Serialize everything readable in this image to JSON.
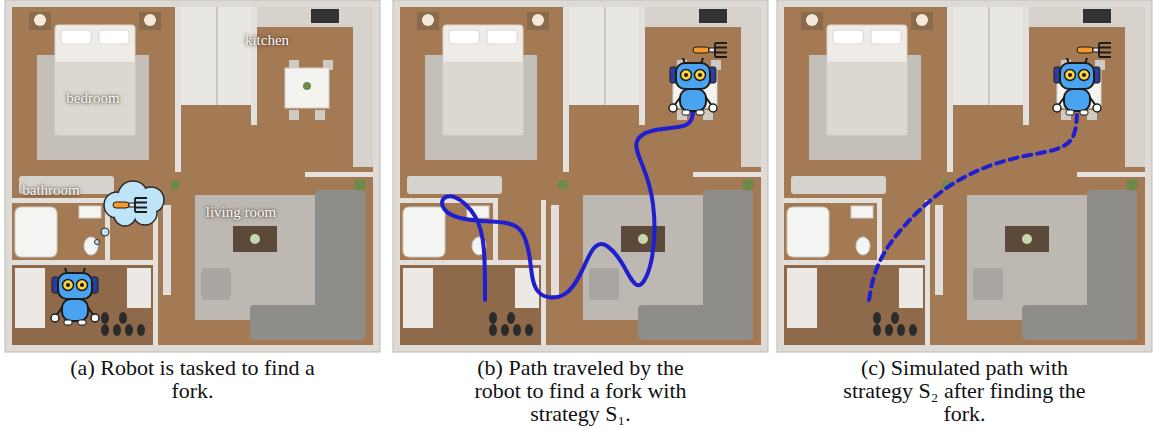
{
  "diagram": {
    "nodes": [
      {
        "text": [
          "(a) Robot is tasked to find a fork."
        ]
      },
      {
        "text": [
          "(b) Path traveled by the robot to find a fork with strategy S₁."
        ]
      },
      {
        "text": [
          "(c) Simulated path with strategy S₂ after finding the fork."
        ]
      }
    ],
    "labels": [
      "bedroom",
      "kitchen",
      "bathroom",
      "living room"
    ]
  }
}
